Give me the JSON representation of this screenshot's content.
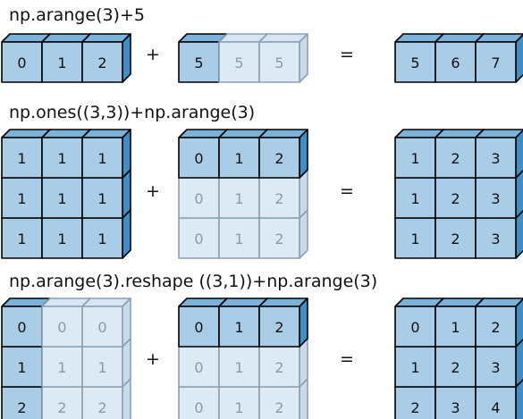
{
  "colors": {
    "solid_front": "#a9cde6",
    "solid_side": "#3d8fc6",
    "solid_top": "#7ab3da",
    "solid_text": "#111111",
    "ghost_front": "#dde9f3",
    "ghost_side": "#c9dbea",
    "ghost_top": "#d6e5f1",
    "ghost_edge": "#8aa0b3",
    "ghost_text": "#8a9aa8"
  },
  "sections": [
    {
      "title": "np.arange(3)+5",
      "plus": "+",
      "equals": "=",
      "a": {
        "values": [
          [
            "0",
            "1",
            "2"
          ]
        ],
        "ghost": [
          [
            false,
            false,
            false
          ]
        ]
      },
      "b": {
        "values": [
          [
            "5",
            "5",
            "5"
          ]
        ],
        "ghost": [
          [
            false,
            true,
            true
          ]
        ]
      },
      "result": {
        "values": [
          [
            "5",
            "6",
            "7"
          ]
        ],
        "ghost": [
          [
            false,
            false,
            false
          ]
        ]
      }
    },
    {
      "title": "np.ones((3,3))+np.arange(3)",
      "plus": "+",
      "equals": "=",
      "a": {
        "values": [
          [
            "1",
            "1",
            "1"
          ],
          [
            "1",
            "1",
            "1"
          ],
          [
            "1",
            "1",
            "1"
          ]
        ],
        "ghost": [
          [
            false,
            false,
            false
          ],
          [
            false,
            false,
            false
          ],
          [
            false,
            false,
            false
          ]
        ]
      },
      "b": {
        "values": [
          [
            "0",
            "1",
            "2"
          ],
          [
            "0",
            "1",
            "2"
          ],
          [
            "0",
            "1",
            "2"
          ]
        ],
        "ghost": [
          [
            false,
            false,
            false
          ],
          [
            true,
            true,
            true
          ],
          [
            true,
            true,
            true
          ]
        ]
      },
      "result": {
        "values": [
          [
            "1",
            "2",
            "3"
          ],
          [
            "1",
            "2",
            "3"
          ],
          [
            "1",
            "2",
            "3"
          ]
        ],
        "ghost": [
          [
            false,
            false,
            false
          ],
          [
            false,
            false,
            false
          ],
          [
            false,
            false,
            false
          ]
        ]
      }
    },
    {
      "title": "np.arange(3).reshape ((3,1))+np.arange(3)",
      "plus": "+",
      "equals": "=",
      "a": {
        "values": [
          [
            "0",
            "0",
            "0"
          ],
          [
            "1",
            "1",
            "1"
          ],
          [
            "2",
            "2",
            "2"
          ]
        ],
        "ghost": [
          [
            false,
            true,
            true
          ],
          [
            false,
            true,
            true
          ],
          [
            false,
            true,
            true
          ]
        ]
      },
      "b": {
        "values": [
          [
            "0",
            "1",
            "2"
          ],
          [
            "0",
            "1",
            "2"
          ],
          [
            "0",
            "1",
            "2"
          ]
        ],
        "ghost": [
          [
            false,
            false,
            false
          ],
          [
            true,
            true,
            true
          ],
          [
            true,
            true,
            true
          ]
        ]
      },
      "result": {
        "values": [
          [
            "0",
            "1",
            "2"
          ],
          [
            "1",
            "2",
            "3"
          ],
          [
            "2",
            "3",
            "4"
          ]
        ],
        "ghost": [
          [
            false,
            false,
            false
          ],
          [
            false,
            false,
            false
          ],
          [
            false,
            false,
            false
          ]
        ]
      }
    }
  ]
}
